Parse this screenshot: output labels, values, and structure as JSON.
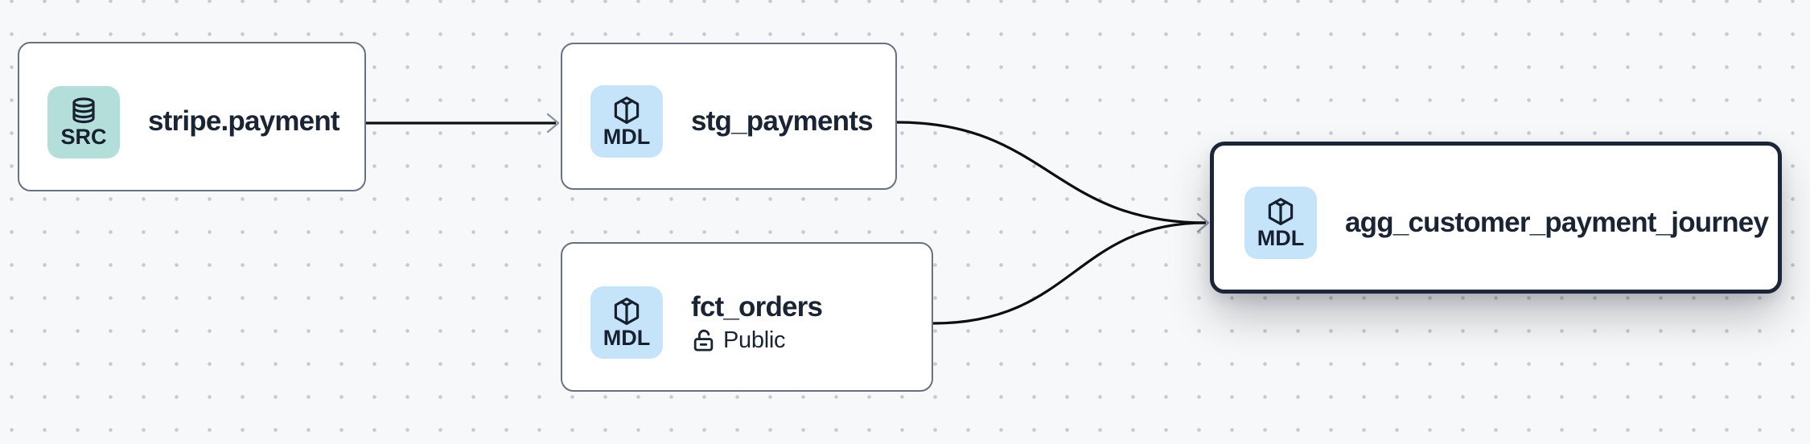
{
  "canvas": {
    "type": "lineage-graph",
    "background": "#f7f8f9",
    "dot_color": "#c6cad1"
  },
  "nodes": [
    {
      "id": "stripe.payment",
      "title": "stripe.payment",
      "badge": {
        "label": "SRC",
        "icon": "database-icon",
        "color": "#b3ded9"
      },
      "selected": false
    },
    {
      "id": "stg_payments",
      "title": "stg_payments",
      "badge": {
        "label": "MDL",
        "icon": "cube-icon",
        "color": "#c5e4f9"
      },
      "selected": false
    },
    {
      "id": "fct_orders",
      "title": "fct_orders",
      "badge": {
        "label": "MDL",
        "icon": "cube-icon",
        "color": "#c5e4f9"
      },
      "access": {
        "icon": "lock-open-icon",
        "label": "Public"
      },
      "selected": false
    },
    {
      "id": "agg_customer_payment_journey",
      "title": "agg_customer_payment_journey",
      "badge": {
        "label": "MDL",
        "icon": "cube-icon",
        "color": "#c5e4f9"
      },
      "selected": true
    }
  ],
  "edges": [
    {
      "from": "stripe.payment",
      "to": "stg_payments"
    },
    {
      "from": "stg_payments",
      "to": "agg_customer_payment_journey"
    },
    {
      "from": "fct_orders",
      "to": "agg_customer_payment_journey"
    }
  ],
  "colors": {
    "edge": "#0d0e10",
    "arrowhead": "#8c97a6",
    "node_border": "#697180",
    "selected_border": "#1c2638",
    "node_background": "#ffffff",
    "text": "#1a2433",
    "src_badge": "#b3ded9",
    "mdl_badge": "#c5e4f9"
  }
}
